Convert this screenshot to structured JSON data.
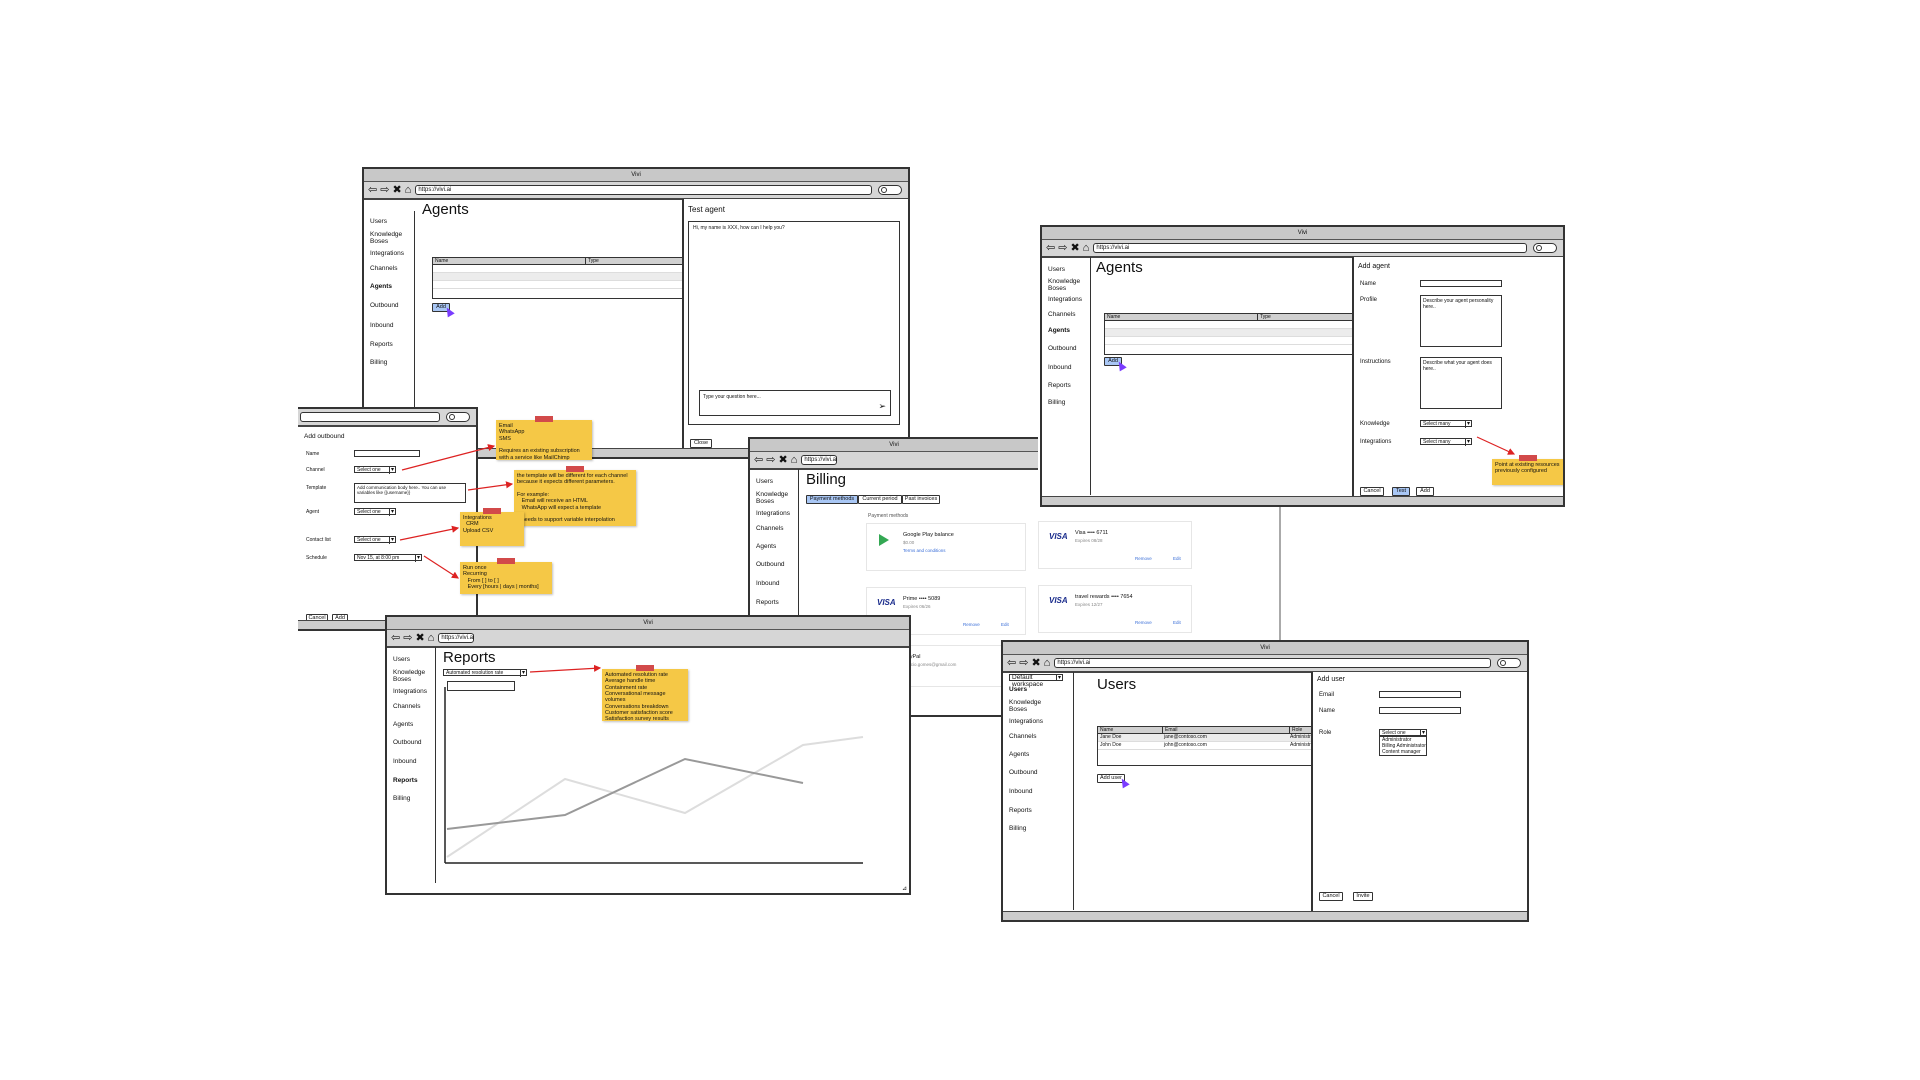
{
  "browser": {
    "title": "Vivi",
    "url": "https://vivi.ai"
  },
  "nav": [
    "Users",
    "Knowledge Boses",
    "Integrations",
    "Channels",
    "Agents",
    "Outbound",
    "Inbound",
    "Reports",
    "Billing"
  ],
  "agents_screen": {
    "title": "Agents",
    "table_headers": [
      "Name",
      "Type"
    ],
    "add_button": "Add",
    "test_panel": {
      "title": "Test agent",
      "greeting": "Hi, my name is XXX, how can I help you?",
      "input_placeholder": "Type your question here...",
      "close_button": "Close"
    }
  },
  "add_agent_screen": {
    "title": "Agents",
    "table_headers": [
      "Name",
      "Type"
    ],
    "add_button": "Add",
    "panel": {
      "title": "Add agent",
      "name_label": "Name",
      "profile_label": "Profile",
      "profile_placeholder": "Describe your agent personality here..",
      "instructions_label": "Instructions",
      "instructions_placeholder": "Describe what your agent does here..",
      "knowledge_label": "Knowledge",
      "integrations_label": "Integrations",
      "select_many": "Select many",
      "cancel": "Cancel",
      "test": "Test",
      "add": "Add"
    },
    "note": "Point at existing resources previously configured"
  },
  "outbound_screen": {
    "title": "Add outbound",
    "name_label": "Name",
    "channel_label": "Channel",
    "template_label": "Template",
    "template_placeholder": "Add communication body here.. You can use variables like {{username}}",
    "agent_label": "Agent",
    "contact_label": "Contact list",
    "schedule_label": "Schedule",
    "schedule_value": "Nov 15, at 8:00 pm",
    "select_one": "Select one",
    "cancel": "Cancel",
    "add": "Add",
    "notes": {
      "channel": "Email\nWhatsApp\nSMS\n\nRequires an existing subscription with a service like MailChimp",
      "template": "the template will be different for each channel because it expects different parameters.\n\nFor example:\n   Email will receive an HTML\n   WhatsApp will expect a template\n\nIt needs to support variable interpolation",
      "contact": "Integrations\n  CRM\nUpload CSV",
      "schedule": "Run once\nRecurring\n   From [ ] to [ ]\n   Every [hours | days | months]"
    }
  },
  "billing_screen": {
    "title": "Billing",
    "tabs": [
      "Payment methods",
      "Current period",
      "Past invoices"
    ],
    "section": "Payment methods",
    "cards": [
      {
        "name": "Google Play balance",
        "sub": "$0.00",
        "sub2": "Terms and conditions",
        "type": "gplay"
      },
      {
        "name": "Visa •••• 6711",
        "sub": "Expires 08/28",
        "type": "visa",
        "remove": "Remove",
        "edit": "Edit"
      },
      {
        "name": "Prime •••• 5089",
        "sub": "Expires 06/26",
        "type": "visa",
        "remove": "Remove",
        "edit": "Edit"
      },
      {
        "name": "travel rewards •••• 7654",
        "sub": "Expires 12/27",
        "type": "visa",
        "remove": "Remove",
        "edit": "Edit"
      },
      {
        "name": "PayPal",
        "sub": "marcio.gomes@gmail.com",
        "type": "paypal"
      }
    ]
  },
  "reports_screen": {
    "title": "Reports",
    "report_select": "Automated resolution rate",
    "note": "Automated resolution rate\nAverage handle time\nContainment rate\nConversational message volumes\nConversations breakdown\nCustomer satisfaction score\nSatisfaction survey results"
  },
  "users_screen": {
    "title": "Users",
    "workspace": "Default workspace",
    "table_headers": [
      "Name",
      "Email",
      "Role"
    ],
    "rows": [
      {
        "name": "Jane Doe",
        "email": "jane@contoso.com",
        "role": "Administrator"
      },
      {
        "name": "John Doe",
        "email": "john@contoso.com",
        "role": "Administrator"
      }
    ],
    "add_button": "Add user",
    "panel": {
      "title": "Add user",
      "email_label": "Email",
      "name_label": "Name",
      "role_label": "Role",
      "role_select": "Select one",
      "role_options": [
        "Administrator",
        "Billing Administrator",
        "Content manager"
      ],
      "cancel": "Cancel",
      "invite": "Invite"
    }
  }
}
